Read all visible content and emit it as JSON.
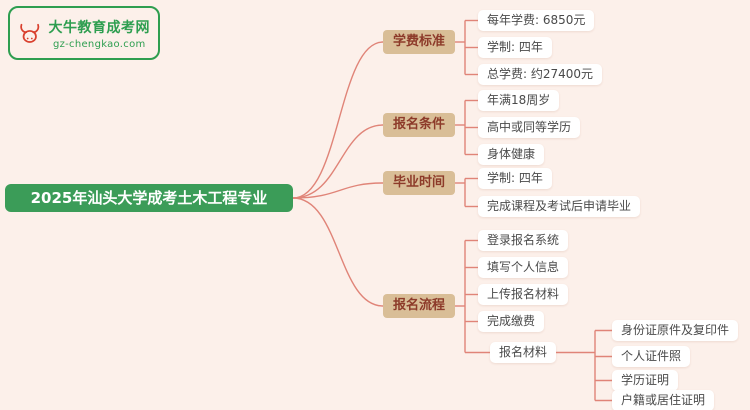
{
  "logo": {
    "title": "大牛教育成考网",
    "subtitle": "gz-chengkao.com",
    "icon": "bull-icon"
  },
  "root": {
    "label": "2025年汕头大学成考土木工程专业"
  },
  "branches": [
    {
      "label": "学费标准",
      "children": [
        {
          "label": "每年学费: 6850元"
        },
        {
          "label": "学制: 四年"
        },
        {
          "label": "总学费: 约27400元"
        }
      ]
    },
    {
      "label": "报名条件",
      "children": [
        {
          "label": "年满18周岁"
        },
        {
          "label": "高中或同等学历"
        },
        {
          "label": "身体健康"
        }
      ]
    },
    {
      "label": "毕业时间",
      "children": [
        {
          "label": "学制: 四年"
        },
        {
          "label": "完成课程及考试后申请毕业"
        }
      ]
    },
    {
      "label": "报名流程",
      "children": [
        {
          "label": "登录报名系统"
        },
        {
          "label": "填写个人信息"
        },
        {
          "label": "上传报名材料"
        },
        {
          "label": "完成缴费"
        },
        {
          "label": "报名材料",
          "children": [
            {
              "label": "身份证原件及复印件"
            },
            {
              "label": "个人证件照"
            },
            {
              "label": "学历证明"
            },
            {
              "label": "户籍或居住证明"
            }
          ]
        }
      ]
    }
  ],
  "colors": {
    "background": "#fcf0ea",
    "root_bg": "#3b9c58",
    "branch_bg": "#d9be97",
    "branch_text": "#8d3b2a",
    "leaf_bg": "#ffffff",
    "line": "#e08478",
    "logo_green": "#2e9e50",
    "bull_red": "#d9402e"
  }
}
